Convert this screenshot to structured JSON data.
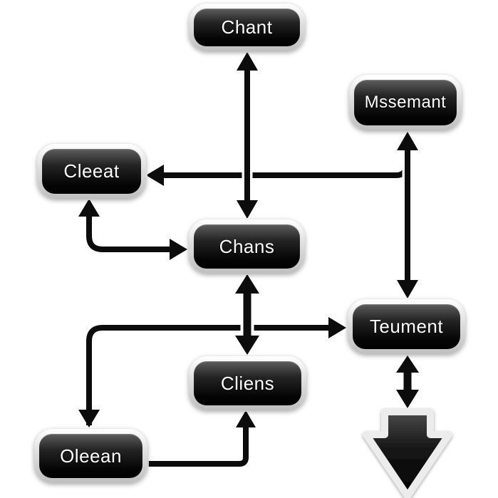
{
  "diagram": {
    "background_color": "#ffffff",
    "connector_color": "#0c0c0c",
    "node_style": {
      "rim_color": "#e8e8e8",
      "fill_top": "#5d5d5d",
      "fill_bottom": "#000000",
      "text_color": "#ffffff"
    },
    "nodes": {
      "chant": {
        "label": "Chant"
      },
      "mssemant": {
        "label": "Mssemant"
      },
      "cleeat": {
        "label": "Cleeat"
      },
      "chans": {
        "label": "Chans"
      },
      "teument": {
        "label": "Teument"
      },
      "cliens": {
        "label": "Cliens"
      },
      "oleean": {
        "label": "Oleean"
      }
    },
    "terminal": {
      "icon": "big-down-arrow-icon"
    },
    "edges": [
      {
        "from": "Chant",
        "to": "Chans",
        "arrowheads": "both",
        "shape": "straight-vertical"
      },
      {
        "from": "Mssemant",
        "to": "Teument",
        "arrowheads": "both",
        "shape": "straight-vertical"
      },
      {
        "from": "Mssemant-Teument line",
        "to": "Cleeat",
        "arrowheads": "end",
        "shape": "elbow"
      },
      {
        "from": "Cleeat",
        "to": "Chans",
        "arrowheads": "both",
        "shape": "elbow"
      },
      {
        "from": "Chans",
        "to": "Cliens",
        "arrowheads": "both",
        "shape": "straight-vertical"
      },
      {
        "from": "Oleean",
        "to": "Teument",
        "arrowheads": "both",
        "shape": "elbow"
      },
      {
        "from": "Oleean",
        "to": "Cliens",
        "arrowheads": "end",
        "shape": "elbow"
      },
      {
        "from": "Teument",
        "to": "terminal-arrow",
        "arrowheads": "both",
        "shape": "straight-vertical"
      }
    ]
  }
}
